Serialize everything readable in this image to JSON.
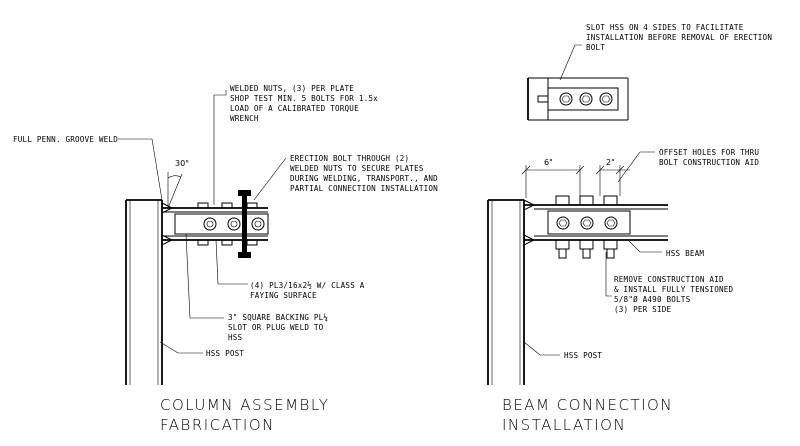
{
  "notes": {
    "welded_nuts": [
      "WELDED NUTS, (3) PER PLATE",
      "SHOP TEST MIN. 5 BOLTS FOR 1.5x",
      "LOAD OF A CALIBRATED TORQUE",
      "WRENCH"
    ],
    "full_penn_weld": [
      "FULL PENN. GROOVE WELD"
    ],
    "erection_bolt": [
      "ERECTION BOLT THROUGH (2)",
      "WELDED NUTS TO SECURE PLATES",
      "DURING WELDING, TRANSPORT., AND",
      "PARTIAL CONNECTION INSTALLATION"
    ],
    "plates": [
      "(4) PL3/16x2½ W/ CLASS A",
      "FAYING SURFACE"
    ],
    "backing": [
      "3\" SQUARE BACKING PL¼",
      "SLOT OR PLUG WELD TO",
      "HSS"
    ],
    "hss_post_left": [
      "HSS POST"
    ],
    "slot_hss": [
      "SLOT HSS ON 4 SIDES TO FACILITATE",
      "INSTALLATION BEFORE REMOVAL OF ERECTION",
      "BOLT"
    ],
    "offset_holes": [
      "OFFSET HOLES FOR THRU",
      "BOLT CONSTRUCTION AID"
    ],
    "hss_beam": [
      "HSS BEAM"
    ],
    "remove_aid": [
      "REMOVE CONSTRUCTION AID",
      "& INSTALL FULLY TENSIONED",
      "5/8\"Ø A490 BOLTS",
      "(3) PER SIDE"
    ],
    "hss_post_right": [
      "HSS POST"
    ]
  },
  "dimensions": {
    "angle": "30°",
    "spacing_6": "6\"",
    "spacing_2": "2\""
  },
  "titles": {
    "left_line1": "COLUMN ASSEMBLY",
    "left_line2": "FABRICATION",
    "right_line1": "BEAM CONNECTION",
    "right_line2": "INSTALLATION"
  }
}
